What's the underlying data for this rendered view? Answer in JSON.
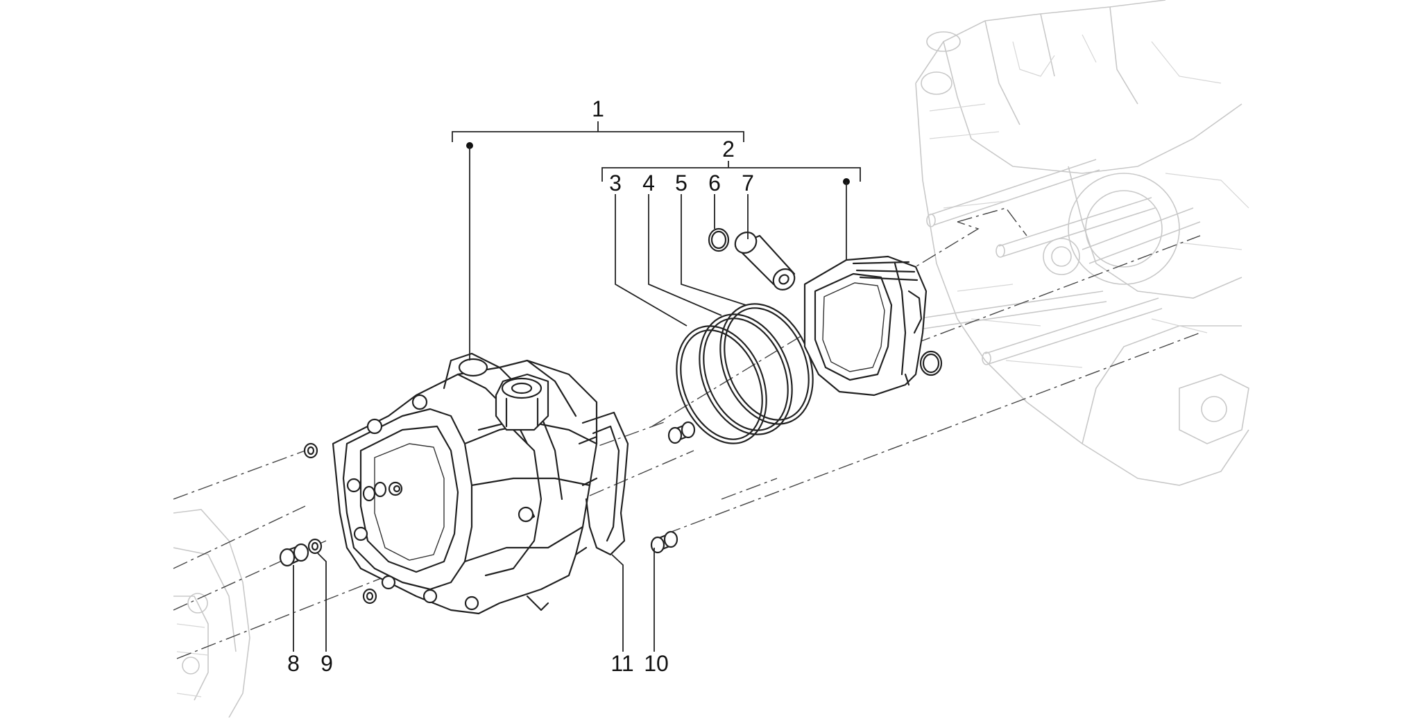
{
  "callouts": [
    {
      "id": "1",
      "label": "1"
    },
    {
      "id": "2",
      "label": "2"
    },
    {
      "id": "3",
      "label": "3"
    },
    {
      "id": "4",
      "label": "4"
    },
    {
      "id": "5",
      "label": "5"
    },
    {
      "id": "6",
      "label": "6"
    },
    {
      "id": "7",
      "label": "7"
    },
    {
      "id": "8",
      "label": "8"
    },
    {
      "id": "9",
      "label": "9"
    },
    {
      "id": "10",
      "label": "10"
    },
    {
      "id": "11",
      "label": "11"
    }
  ],
  "colors": {
    "line": "#222222",
    "ghost": "#c8c8c8",
    "background": "#ffffff"
  }
}
